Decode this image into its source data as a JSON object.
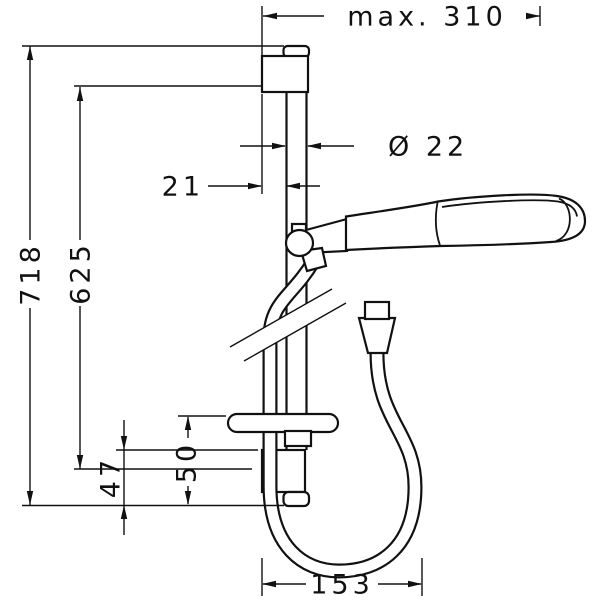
{
  "colors": {
    "background": "#ffffff",
    "line": "#111111"
  },
  "drawing": {
    "type": "technical-dimension-drawing",
    "subject": "wall bar shower set with hand shower and hose",
    "labels": {
      "max_width_top": "max. 310",
      "overall_height": "718",
      "holder_spacing": "625",
      "bar_diameter": "Ø 22",
      "wall_offset": "21",
      "soap_dish_height": "50",
      "lower_offset": "47",
      "hose_loop_width": "153"
    }
  }
}
